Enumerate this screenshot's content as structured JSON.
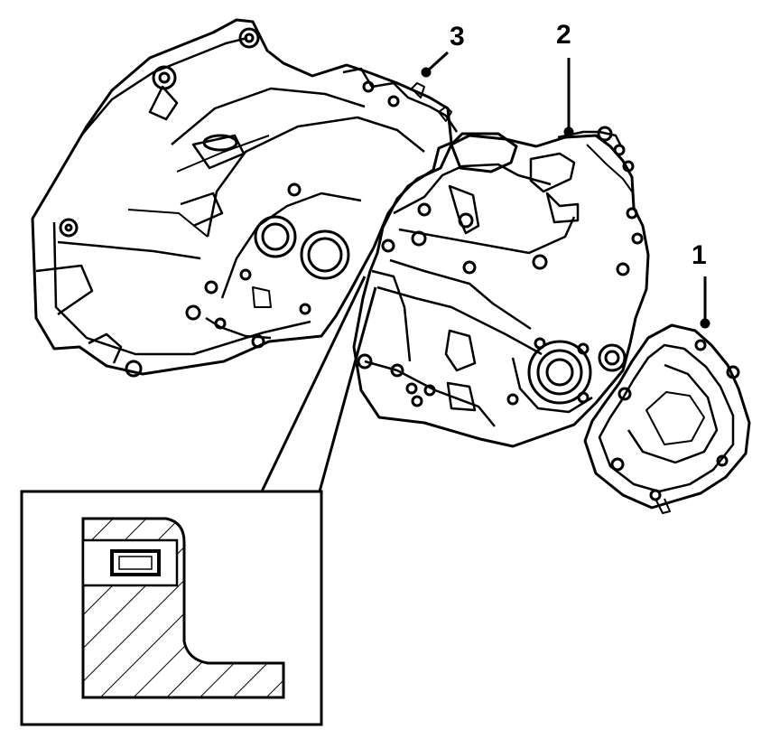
{
  "diagram": {
    "callouts": [
      {
        "id": "1",
        "label": "1"
      },
      {
        "id": "2",
        "label": "2"
      },
      {
        "id": "3",
        "label": "3"
      }
    ],
    "inset": {
      "label": ""
    },
    "colors": {
      "ink": "#000000",
      "paper": "#ffffff"
    }
  }
}
